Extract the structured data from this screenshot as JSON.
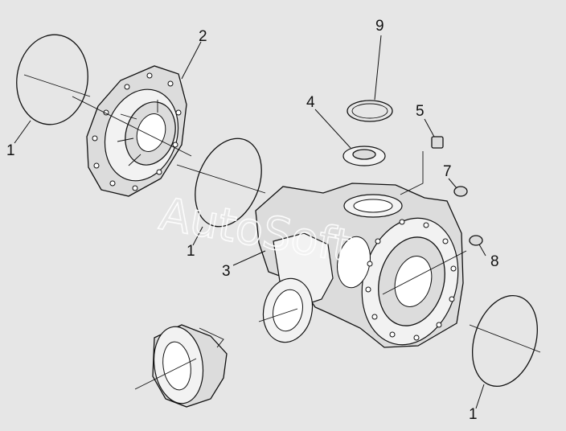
{
  "watermark": "AutoSoft",
  "callouts": [
    {
      "id": "o-ring-top-left",
      "text": "1"
    },
    {
      "id": "cover-flange",
      "text": "2"
    },
    {
      "id": "o-ring-middle",
      "text": "1"
    },
    {
      "id": "housing",
      "text": "3"
    },
    {
      "id": "thrust-washer",
      "text": "4"
    },
    {
      "id": "breather-fitting",
      "text": "5"
    },
    {
      "id": "plug-7",
      "text": "7"
    },
    {
      "id": "plug-8",
      "text": "8"
    },
    {
      "id": "snap-ring",
      "text": "9"
    },
    {
      "id": "o-ring-bottom-right",
      "text": "1"
    }
  ]
}
